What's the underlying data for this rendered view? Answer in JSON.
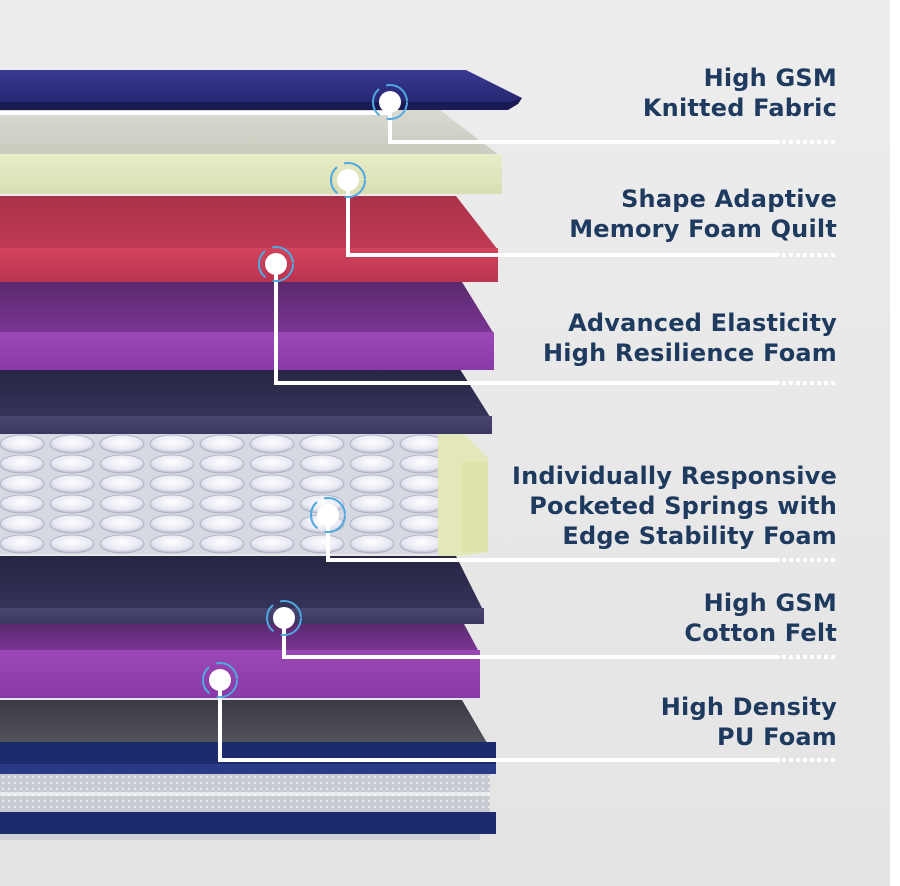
{
  "layers": [
    {
      "line1": "High GSM",
      "line2": "Knitted Fabric",
      "line3": ""
    },
    {
      "line1": "Shape Adaptive",
      "line2": "Memory Foam Quilt",
      "line3": ""
    },
    {
      "line1": "Advanced Elasticity",
      "line2": "High Resilience Foam",
      "line3": ""
    },
    {
      "line1": "Individually Responsive",
      "line2": "Pocketed Springs with",
      "line3": "Edge Stability Foam"
    },
    {
      "line1": "High GSM",
      "line2": "Cotton Felt",
      "line3": ""
    },
    {
      "line1": "High Density",
      "line2": "PU Foam",
      "line3": ""
    }
  ],
  "colors": {
    "label_text": "#1f3a5f",
    "callout_line": "#ffffff",
    "marker_ring": "#4fa8e0",
    "knitted_fabric": "#2b2b7a",
    "memory_foam": "#e4e8c8",
    "red_foam": "#c5354f",
    "purple_foam": "#8c3ea6",
    "felt": "#2c2a4a",
    "springs": "#f2f3f8",
    "base_navy": "#1c2a6e"
  }
}
